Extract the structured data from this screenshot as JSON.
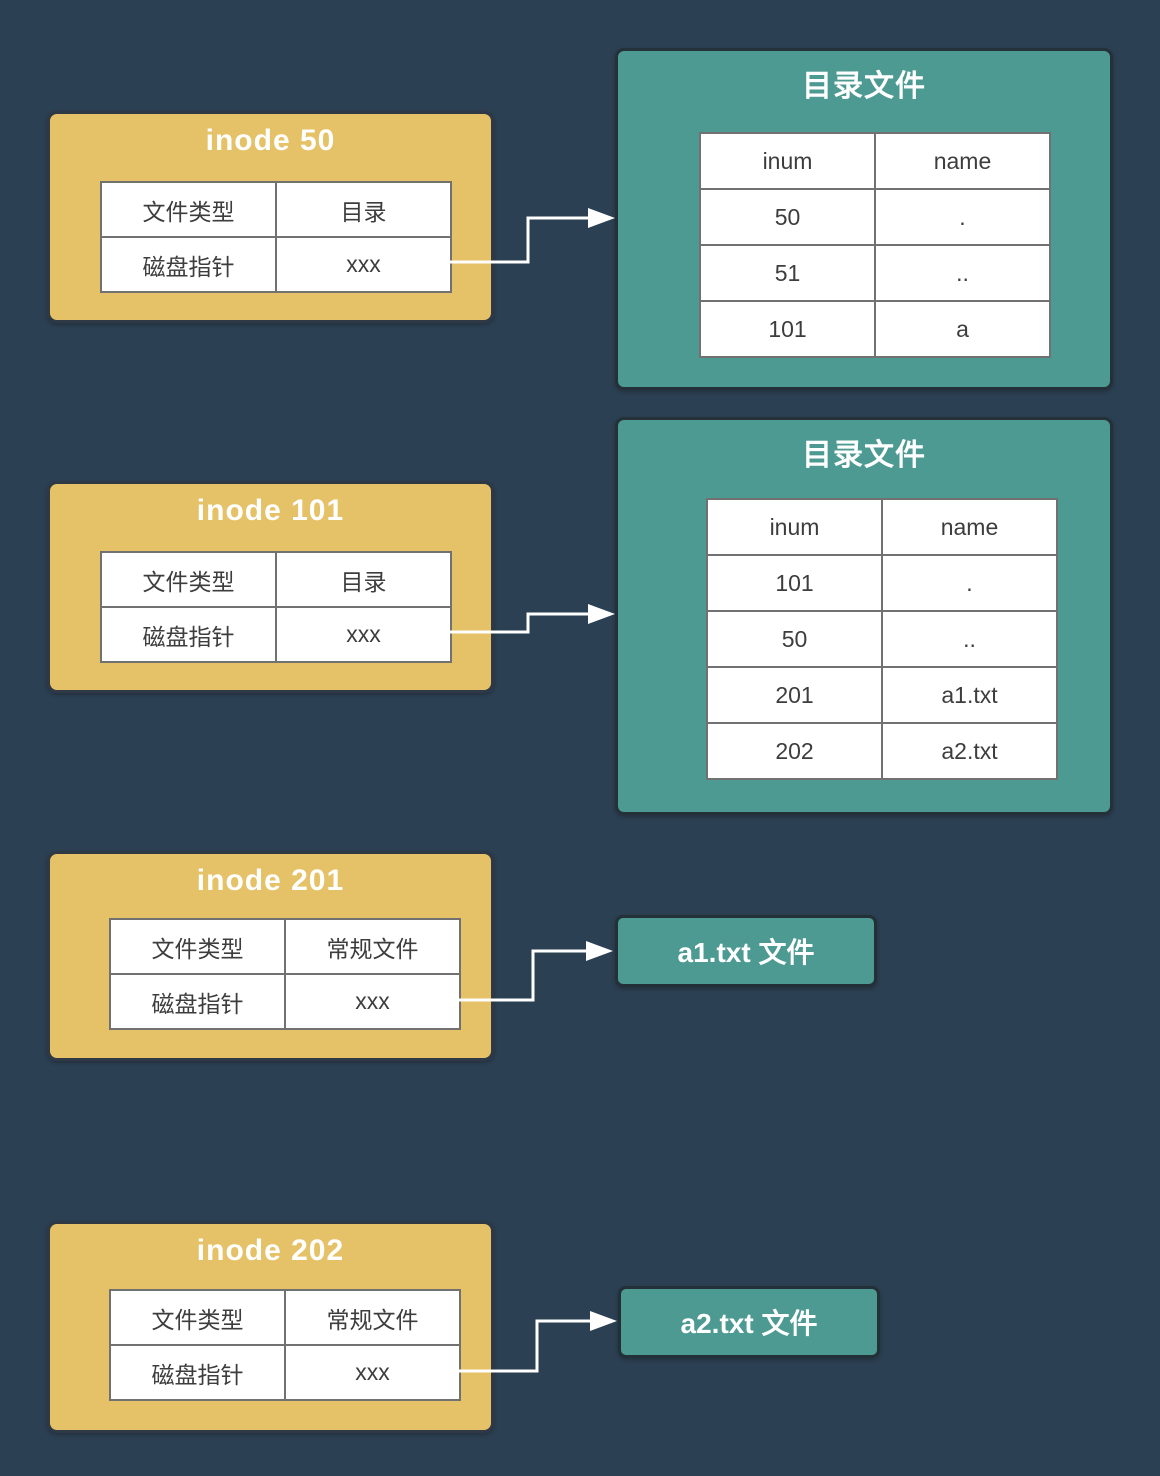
{
  "page": {
    "background": "#2c4053"
  },
  "colors": {
    "card_yellow": "#e5c267",
    "card_teal": "#4d9a92",
    "arrow": "#ffffff",
    "table_border": "#717171"
  },
  "inode_cards": [
    {
      "title": "inode 50",
      "rows": [
        {
          "label": "文件类型",
          "value": "目录"
        },
        {
          "label": "磁盘指针",
          "value": "xxx"
        }
      ]
    },
    {
      "title": "inode 101",
      "rows": [
        {
          "label": "文件类型",
          "value": "目录"
        },
        {
          "label": "磁盘指针",
          "value": "xxx"
        }
      ]
    },
    {
      "title": "inode 201",
      "rows": [
        {
          "label": "文件类型",
          "value": "常规文件"
        },
        {
          "label": "磁盘指针",
          "value": "xxx"
        }
      ]
    },
    {
      "title": "inode 202",
      "rows": [
        {
          "label": "文件类型",
          "value": "常规文件"
        },
        {
          "label": "磁盘指针",
          "value": "xxx"
        }
      ]
    }
  ],
  "directory_tables": [
    {
      "title": "目录文件",
      "headers": [
        "inum",
        "name"
      ],
      "rows": [
        [
          "50",
          "."
        ],
        [
          "51",
          ".."
        ],
        [
          "101",
          "a"
        ]
      ]
    },
    {
      "title": "目录文件",
      "headers": [
        "inum",
        "name"
      ],
      "rows": [
        [
          "101",
          "."
        ],
        [
          "50",
          ".."
        ],
        [
          "201",
          "a1.txt"
        ],
        [
          "202",
          "a2.txt"
        ]
      ]
    }
  ],
  "file_boxes": [
    {
      "label": "a1.txt 文件"
    },
    {
      "label": "a2.txt 文件"
    }
  ]
}
